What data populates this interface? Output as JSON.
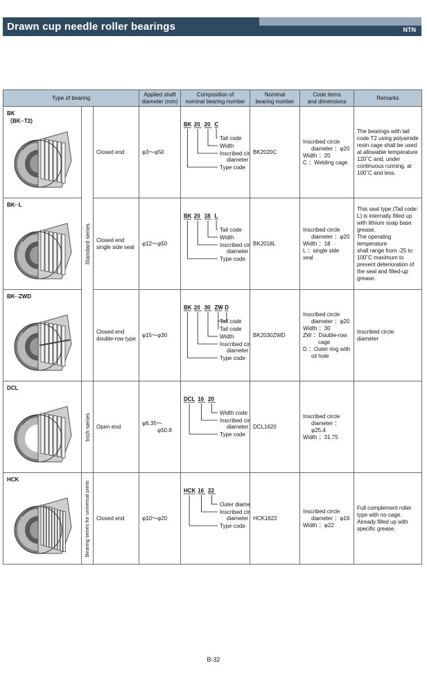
{
  "header": {
    "title": "Drawn cup needle roller bearings",
    "brand": "NTN"
  },
  "columns": {
    "type": "Type of bearing",
    "shaft": [
      "Applied shaft",
      "diameter (mm)"
    ],
    "comp": [
      "Composition of",
      "nominal bearing number"
    ],
    "nominal": [
      "Nominal",
      "bearing number"
    ],
    "code": [
      "Code items",
      "and dimensions"
    ],
    "remarks": "Remarks"
  },
  "series_labels": {
    "standard": "Standard series",
    "inch": "Inch series",
    "universal": "Bearing series for universal joints"
  },
  "colors": {
    "banner": "#2f4a5f",
    "banner_accent": "#8fa4b6",
    "table_header": "#b6c7d6"
  },
  "rows": [
    {
      "type": "BK\n（BK··T2)",
      "end": [
        "Closed end"
      ],
      "shaft": [
        "φ3〜φ50"
      ],
      "code_segments": [
        "BK",
        "20",
        "20",
        "C"
      ],
      "code_labels": [
        "Tail code",
        "Width",
        "Inscribed circle",
        "diameter",
        "Type code"
      ],
      "nominal": "BK2020C",
      "items": [
        "Inscribed circle",
        "diameter ：φ20",
        "Width ：20",
        "C ：Welding cage"
      ],
      "remarks": [
        "The bearings with tail",
        "code T2 using polyamide",
        "resin cage shall be used",
        "at allowable temperature",
        "120˚C and, under",
        "continuous running, at",
        "100˚C and less."
      ]
    },
    {
      "type": "BK··L",
      "end": [
        "Closed end",
        "single side seal"
      ],
      "shaft": [
        "φ12〜φ50"
      ],
      "code_segments": [
        "BK",
        "20",
        "18",
        "L"
      ],
      "code_labels": [
        "Tail code",
        "Width",
        "Inscribed circle",
        "diameter",
        "Type code"
      ],
      "nominal": "BK2018L",
      "items": [
        "Inscribed circle",
        "diameter ：φ20",
        "Width ：18",
        "L ：single side seal"
      ],
      "remarks": [
        "This seal type (Tail code:",
        "L) is internally filled up",
        "with lithium soap base",
        "grease.",
        "The operating temperature",
        "shall range from -25 to",
        "100˚C maximum to",
        "prevent deterioration of",
        "the seal and filled-up",
        "grease."
      ]
    },
    {
      "type": "BK··ZWD",
      "end": [
        "Closed end",
        "double-row type"
      ],
      "shaft": [
        "φ15〜φ30"
      ],
      "code_segments": [
        "BK",
        "20",
        "30",
        "ZW",
        "D"
      ],
      "code_labels": [
        "Tail code",
        "Tail code",
        "Width",
        "Inscribed circle",
        "diameter",
        "Type code"
      ],
      "nominal": "BK2030ZWD",
      "items": [
        "Inscribed circle",
        "diameter ：φ20",
        "Width ：30",
        "ZW ：Double-row",
        "cage",
        "D ：Outer ring with",
        "oil hole"
      ],
      "remarks": [
        "Inscribed circle",
        "diameter"
      ]
    },
    {
      "type": "DCL",
      "end": [
        "Open end"
      ],
      "shaft": [
        "φ6.35〜",
        "φ50.8"
      ],
      "code_segments": [
        "DCL",
        "16",
        "20"
      ],
      "code_labels": [
        "Width code",
        "Inscribed circle",
        "diameter code",
        "Type code"
      ],
      "nominal": "DCL1620",
      "items": [
        "Inscribed circle",
        "diameter ：φ25.4",
        "Width ：31.75"
      ],
      "remarks": []
    },
    {
      "type": "HCK",
      "end": [
        "Closed end"
      ],
      "shaft": [
        "φ10〜φ20"
      ],
      "code_segments": [
        "HCK",
        "16",
        "22"
      ],
      "code_labels": [
        "Outer diameter",
        "Inscribed circle",
        "diameter",
        "Type code"
      ],
      "nominal": "HCK1622",
      "items": [
        "Inscribed circle",
        "diameter ：φ16",
        "Width ：φ22"
      ],
      "remarks": [
        "Full complement roller",
        "type with no cage.",
        "Already filled up with",
        "specific grease."
      ]
    }
  ],
  "footer": {
    "page": "B-32"
  }
}
